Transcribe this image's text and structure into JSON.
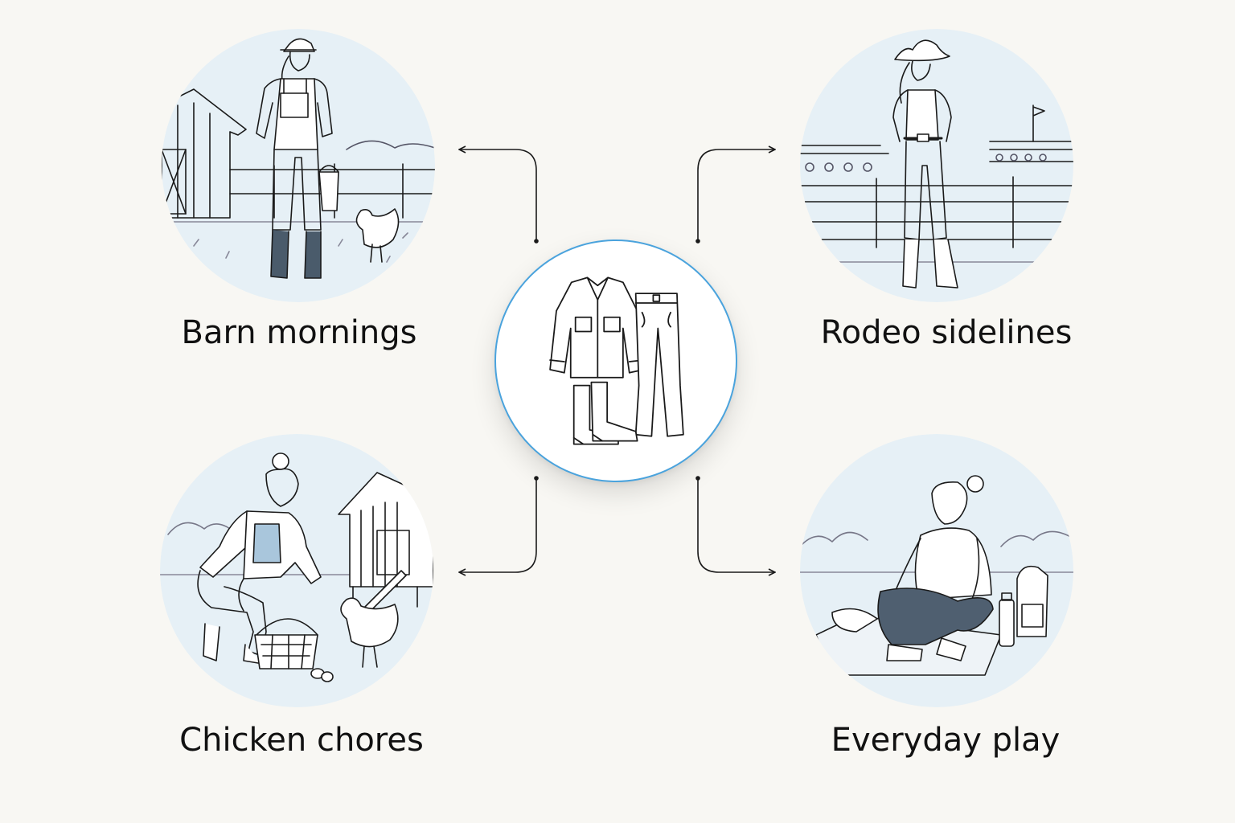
{
  "center": {
    "icon": "western-outfit-icon",
    "items": [
      "shirt-jacket",
      "jeans",
      "boots"
    ],
    "ring_color": "#4aa3dd"
  },
  "scenes": [
    {
      "id": "barn",
      "label": "Barn mornings",
      "icon": "farm-woman-bucket-icon"
    },
    {
      "id": "rodeo",
      "label": "Rodeo sidelines",
      "icon": "cowgirl-arena-icon"
    },
    {
      "id": "chickens",
      "label": "Chicken chores",
      "icon": "egg-gathering-icon"
    },
    {
      "id": "play",
      "label": "Everyday play",
      "icon": "picnic-sitting-icon"
    }
  ],
  "colors": {
    "background": "#f8f7f3",
    "scene_fill": "#e6f0f6",
    "ink": "#1a1a1a",
    "accent_blue": "#a9c6dc"
  }
}
